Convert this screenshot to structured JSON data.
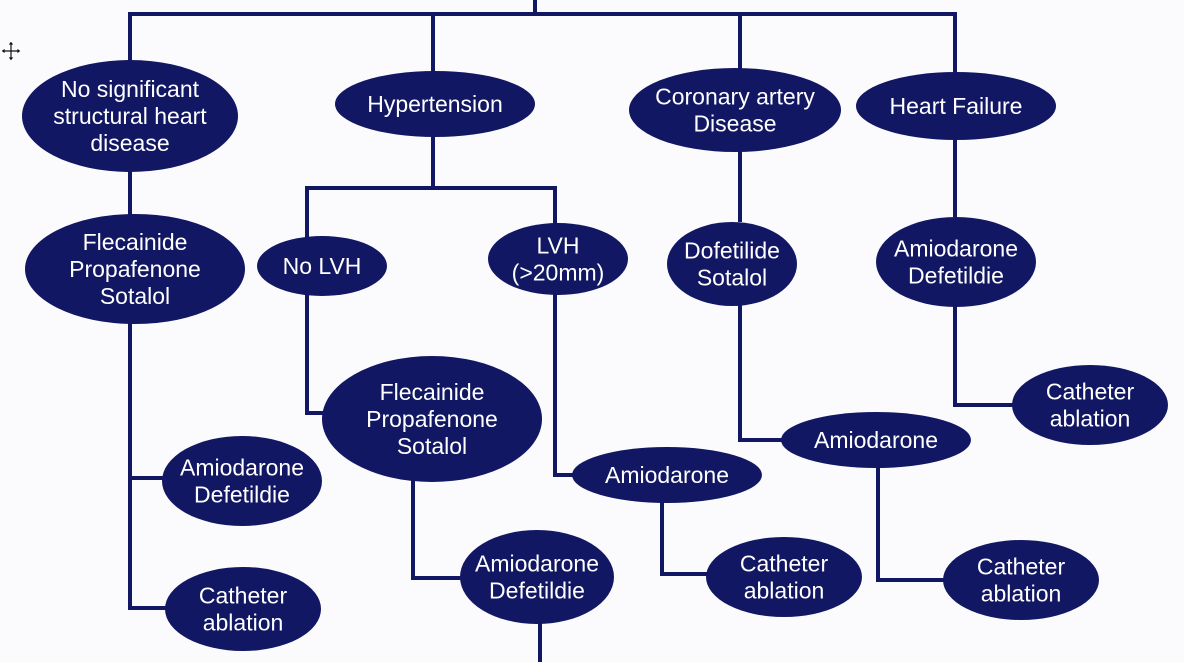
{
  "diagram": {
    "nodes": {
      "n_nosig": {
        "lines": [
          "No significant",
          "structural heart",
          "disease"
        ]
      },
      "n_htn": {
        "lines": [
          "Hypertension"
        ]
      },
      "n_cad": {
        "lines": [
          "Coronary artery",
          "Disease"
        ]
      },
      "n_hf": {
        "lines": [
          "Heart Failure"
        ]
      },
      "n_flec1": {
        "lines": [
          "Flecainide",
          "Propafenone",
          "Sotalol"
        ]
      },
      "n_nolvh": {
        "lines": [
          "No LVH"
        ]
      },
      "n_lvh": {
        "lines": [
          "LVH",
          "(>20mm)"
        ]
      },
      "n_dofe": {
        "lines": [
          "Dofetilide",
          "Sotalol"
        ]
      },
      "n_amio_hf": {
        "lines": [
          "Amiodarone",
          "Defetildie"
        ]
      },
      "n_flec2": {
        "lines": [
          "Flecainide",
          "Propafenone",
          "Sotalol"
        ]
      },
      "n_cath_hf": {
        "lines": [
          "Catheter",
          "ablation"
        ]
      },
      "n_amio_cad": {
        "lines": [
          "Amiodarone"
        ]
      },
      "n_amio_nosig": {
        "lines": [
          "Amiodarone",
          "Defetildie"
        ]
      },
      "n_amio_lvh": {
        "lines": [
          "Amiodarone"
        ]
      },
      "n_amio_nolvh": {
        "lines": [
          "Amiodarone",
          "Defetildie"
        ]
      },
      "n_cath_lvh": {
        "lines": [
          "Catheter",
          "ablation"
        ]
      },
      "n_cath_cad": {
        "lines": [
          "Catheter",
          "ablation"
        ]
      },
      "n_cath_nosig": {
        "lines": [
          "Catheter",
          "ablation"
        ]
      }
    },
    "edges": [
      [
        "root",
        "n_nosig"
      ],
      [
        "root",
        "n_htn"
      ],
      [
        "root",
        "n_cad"
      ],
      [
        "root",
        "n_hf"
      ],
      [
        "n_nosig",
        "n_flec1"
      ],
      [
        "n_flec1",
        "n_amio_nosig"
      ],
      [
        "n_flec1",
        "n_cath_nosig"
      ],
      [
        "n_htn",
        "n_nolvh"
      ],
      [
        "n_htn",
        "n_lvh"
      ],
      [
        "n_nolvh",
        "n_flec2"
      ],
      [
        "n_flec2",
        "n_amio_nolvh"
      ],
      [
        "n_lvh",
        "n_amio_lvh"
      ],
      [
        "n_amio_lvh",
        "n_cath_lvh"
      ],
      [
        "n_cad",
        "n_dofe"
      ],
      [
        "n_dofe",
        "n_amio_cad"
      ],
      [
        "n_amio_cad",
        "n_cath_cad"
      ],
      [
        "n_hf",
        "n_amio_hf"
      ],
      [
        "n_amio_hf",
        "n_cath_hf"
      ]
    ],
    "colors": {
      "node_fill": "#121763",
      "node_text": "#ffffff",
      "edge": "#121763",
      "background": "#fbfbfd"
    }
  },
  "icons": {
    "cursor": "move-cursor-icon"
  }
}
